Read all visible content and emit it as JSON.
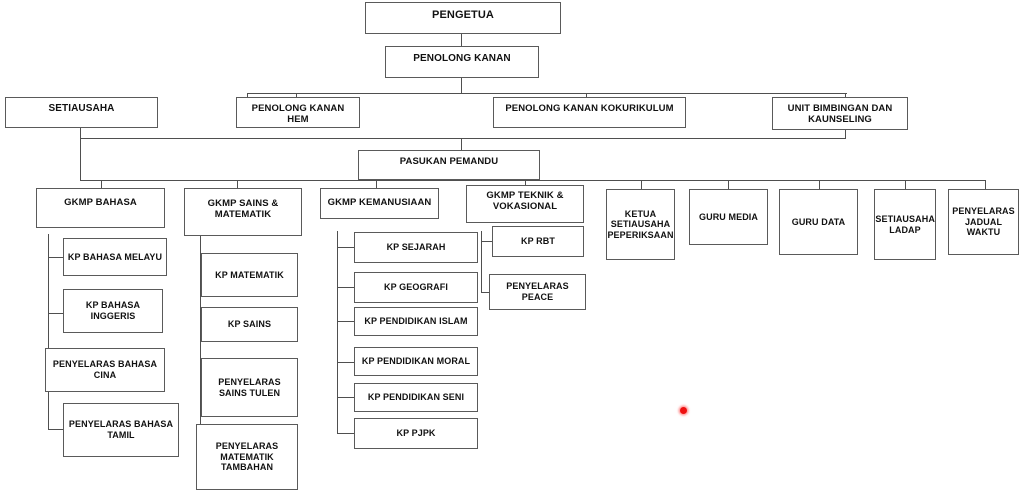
{
  "diagram": {
    "title_top": "PENGETUA",
    "type": "organization-chart",
    "cursor_marker_color": "#ee1111",
    "nodes": {
      "pengetua": "PENGETUA",
      "penolong_kanan": "PENOLONG KANAN",
      "setiausaha": "SETIAUSAHA",
      "penolong_kanan_hem": "PENOLONG KANAN HEM",
      "penolong_kanan_kokurikulum": "PENOLONG KANAN KOKURIKULUM",
      "unit_bimbingan": "UNIT BIMBINGAN DAN KAUNSELING",
      "pasukan_pemandu": "PASUKAN PEMANDU",
      "gkmp_bahasa": "GKMP BAHASA",
      "gkmp_sains_matematik": "GKMP SAINS & MATEMATIK",
      "gkmp_kemanusiaan": "GKMP KEMANUSIAAN",
      "gkmp_teknik_vokasional": "GKMP TEKNIK & VOKASIONAL",
      "ketua_setiausaha_peperiksaan": "KETUA SETIAUSAHA PEPERIKSAAN",
      "guru_media": "GURU MEDIA",
      "guru_data": "GURU DATA",
      "setiausaha_ladap": "SETIAUSAHA LADAP",
      "penyelaras_jadual_waktu": "PENYELARAS JADUAL WAKTU",
      "kp_bahasa_melayu": "KP BAHASA MELAYU",
      "kp_bahasa_inggeris": "KP BAHASA INGGERIS",
      "penyelaras_bahasa_cina": "PENYELARAS BAHASA CINA",
      "penyelaras_bahasa_tamil": "PENYELARAS BAHASA TAMIL",
      "kp_matematik": "KP MATEMATIK",
      "kp_sains": "KP SAINS",
      "penyelaras_sains_tulen": "PENYELARAS SAINS TULEN",
      "penyelaras_matematik_tambahan": "PENYELARAS MATEMATIK TAMBAHAN",
      "kp_sejarah": "KP SEJARAH",
      "kp_geografi": "KP GEOGRAFI",
      "kp_pendidikan_islam": "KP PENDIDIKAN ISLAM",
      "kp_pendidikan_moral": "KP PENDIDIKAN MORAL",
      "kp_pendidikan_seni": "KP PENDIDIKAN SENI",
      "kp_pjpk": "KP PJPK",
      "kp_rbt": "KP RBT",
      "penyelaras_peace": "PENYELARAS PEACE"
    }
  }
}
